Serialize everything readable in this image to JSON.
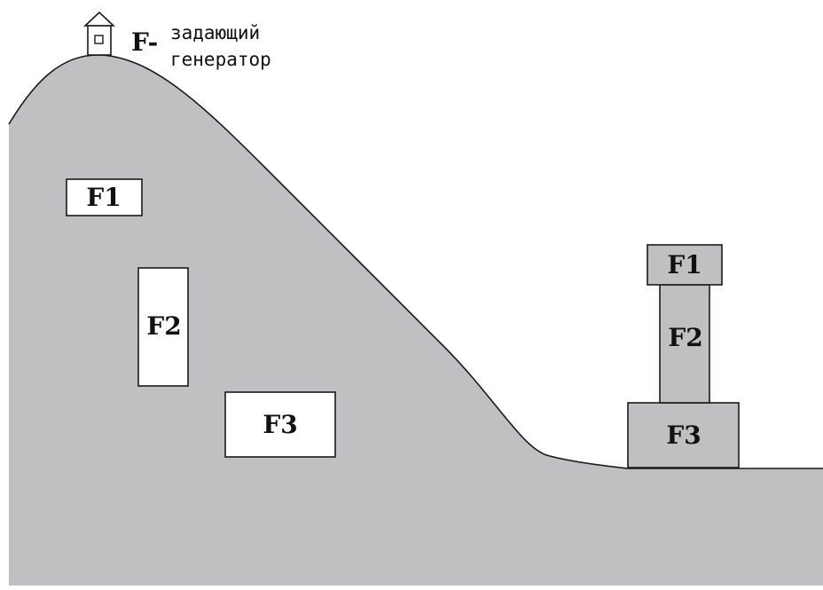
{
  "generator": {
    "letter": "F-",
    "line1": "задающий",
    "line2": "генератор"
  },
  "hill_boxes": {
    "f1": "F1",
    "f2": "F2",
    "f3": "F3"
  },
  "tower_boxes": {
    "f1": "F1",
    "f2": "F2",
    "f3": "F3"
  },
  "colors": {
    "terrain": "#c0c0c2",
    "outline": "#1a1a1a",
    "box_fill_hill": "#ffffff",
    "box_fill_tower": "#c0c0c2",
    "background": "#ffffff"
  },
  "icons": {
    "generator": "house-icon"
  }
}
